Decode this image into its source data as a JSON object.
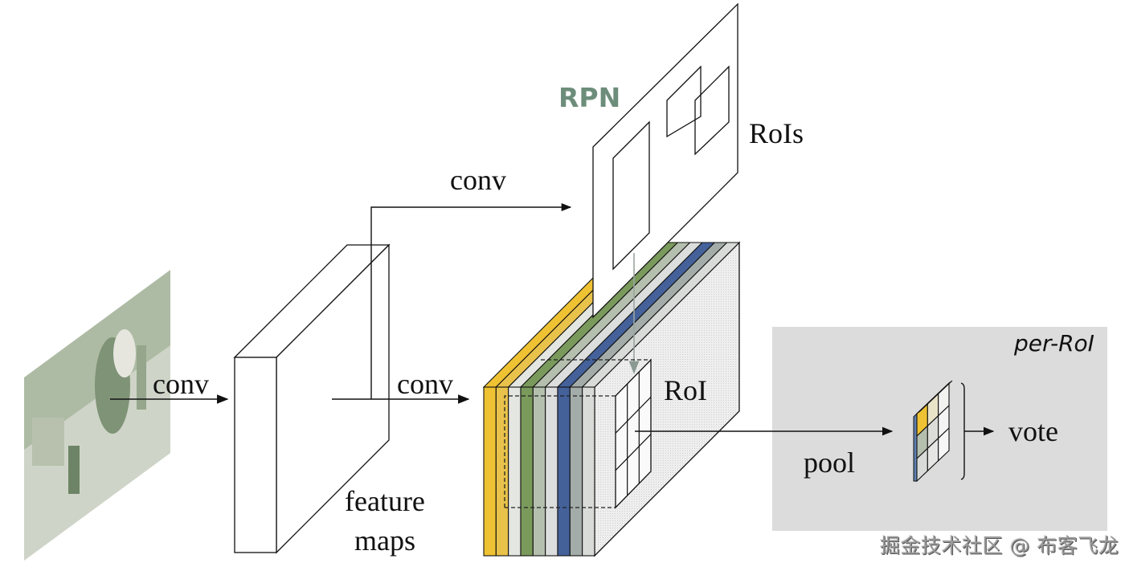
{
  "diagram": {
    "title": "Fast R-CNN / R-FCN style RoI pipeline",
    "labels": {
      "conv_input": "conv",
      "conv_feature": "conv",
      "conv_rpn": "conv",
      "feature_maps_line1": "feature",
      "feature_maps_line2": "maps",
      "rpn": "RPN",
      "rois": "RoIs",
      "roi": "RoI",
      "pool": "pool",
      "vote": "vote",
      "per_roi": "per-RoI"
    },
    "score_map_slices": [
      {
        "name": "slice-1",
        "color": "#eec232"
      },
      {
        "name": "slice-2",
        "color": "#e8c24a"
      },
      {
        "name": "slice-3",
        "color": "#e4e6e2"
      },
      {
        "name": "slice-4",
        "color": "#7a9a5c"
      },
      {
        "name": "slice-5",
        "color": "#b5bfae"
      },
      {
        "name": "slice-6",
        "color": "#dcdedd"
      },
      {
        "name": "slice-7",
        "color": "#44619a"
      },
      {
        "name": "slice-8",
        "color": "#a3aca9"
      },
      {
        "name": "slice-9",
        "color": "#d9dbd8"
      }
    ],
    "pooled_grid": {
      "rows": 3,
      "cols": 3
    },
    "roi_grid": {
      "rows": 3,
      "cols": 3
    },
    "colors": {
      "per_roi_panel": "#dcdcdc",
      "rpn_text": "#6d8d7b",
      "stroke": "#111111",
      "image_tint": "#a9b8a0"
    }
  },
  "watermark": "掘金技术社区 @ 布客飞龙"
}
